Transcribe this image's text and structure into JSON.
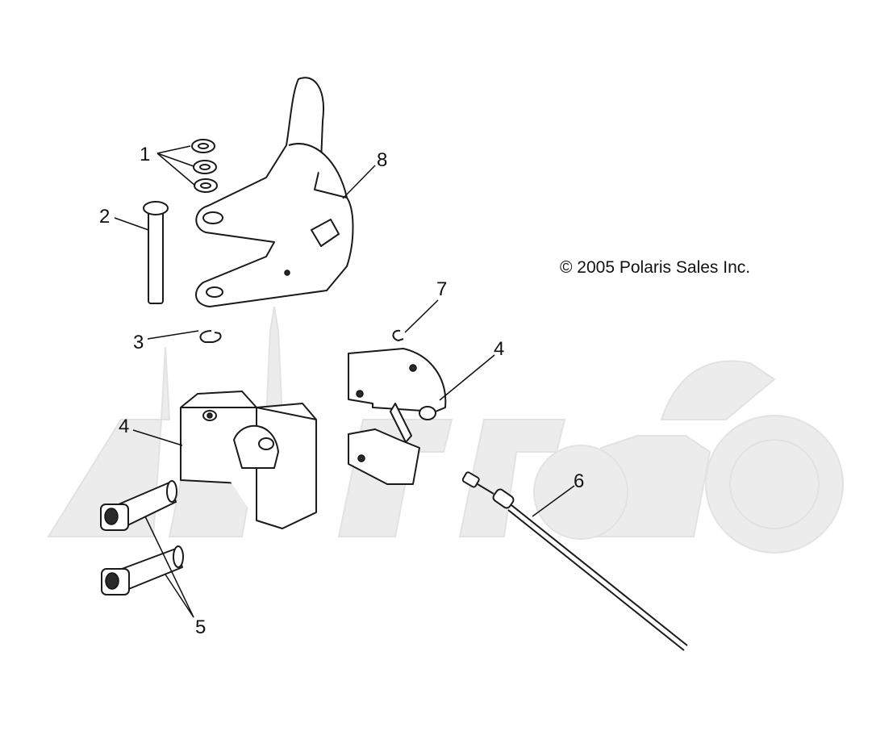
{
  "diagram": {
    "copyright": "© 2005 Polaris Sales Inc.",
    "callouts": [
      "1",
      "2",
      "3",
      "4",
      "4",
      "5",
      "6",
      "7",
      "8"
    ],
    "colors": {
      "line": "#1a1a1a",
      "watermark": "#ececec",
      "background": "#ffffff"
    }
  }
}
